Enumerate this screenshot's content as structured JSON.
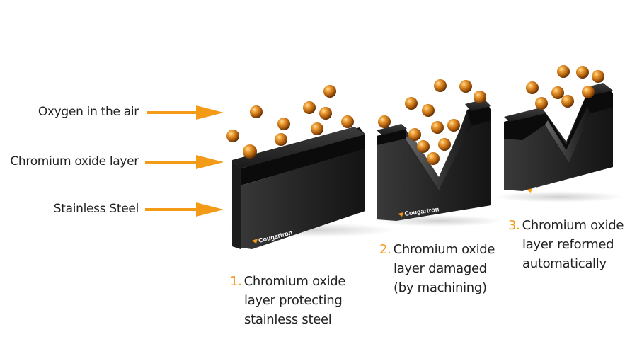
{
  "labels": {
    "oxygen": "Oxygen in the air",
    "oxide_layer": "Chromium oxide layer",
    "steel": "Stainless Steel"
  },
  "captions": [
    {
      "number": "1.",
      "lines": [
        "Chromium oxide",
        "layer protecting",
        "stainless steel"
      ]
    },
    {
      "number": "2.",
      "lines": [
        "Chromium oxide",
        "layer damaged",
        "(by machining)"
      ]
    },
    {
      "number": "3.",
      "lines": [
        "Chromium oxide",
        "layer reformed",
        "automatically"
      ]
    }
  ],
  "brand": "Cougartron",
  "colors": {
    "arrow": "#f39a17",
    "number": "#f39a17",
    "steel_dark": "#1f1f1f",
    "oxide": "#0b0b0b",
    "sphere": "#c46a0e"
  }
}
